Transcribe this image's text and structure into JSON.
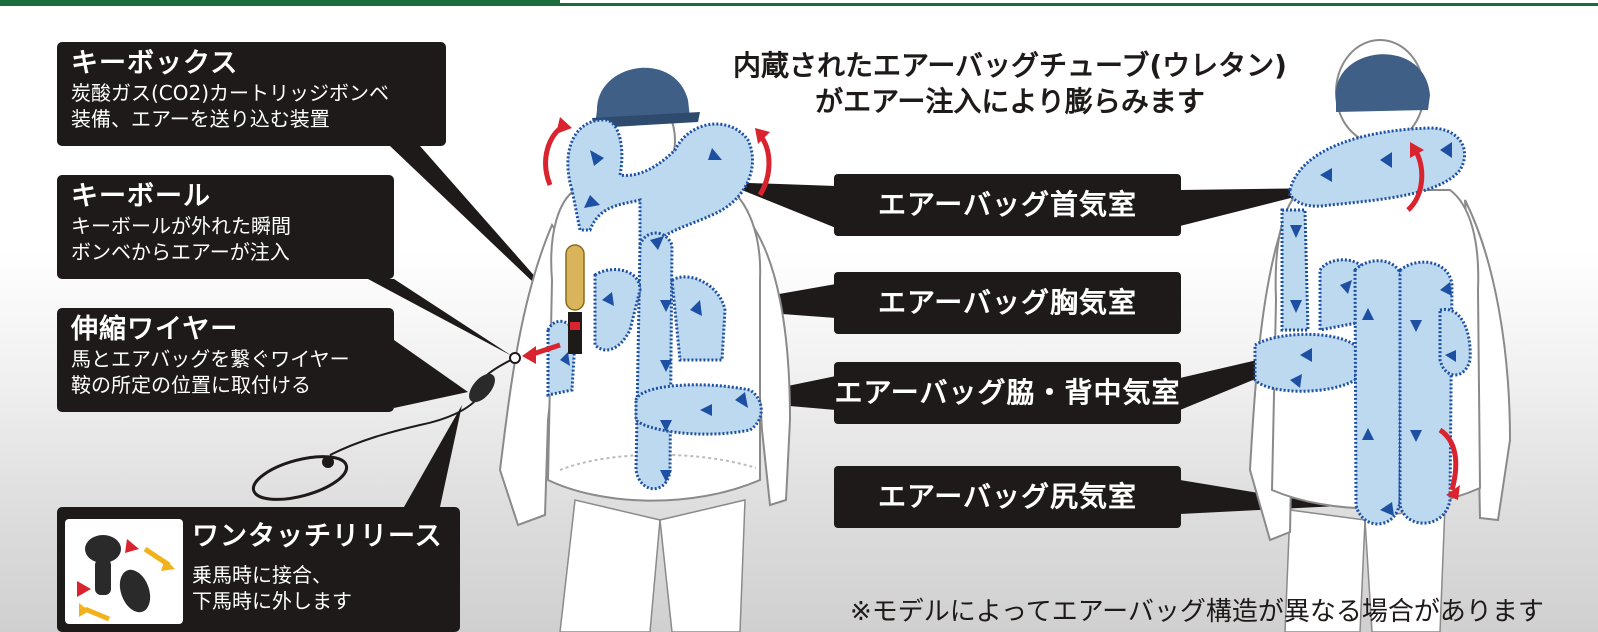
{
  "headline": {
    "line1": "内蔵されたエアーバッグチューブ(ウレタン)",
    "line2": "がエアー注入により膨らみます"
  },
  "callouts": {
    "keybox": {
      "title": "キーボックス",
      "line1": "炭酸ガス(CO2)カートリッジボンベ",
      "line2": "装備、エアーを送り込む装置"
    },
    "keyball": {
      "title": "キーボール",
      "line1": "キーボールが外れた瞬間",
      "line2": "ボンベからエアーが注入"
    },
    "wire": {
      "title": "伸縮ワイヤー",
      "line1": "馬とエアバッグを繋ぐワイヤー",
      "line2": "鞍の所定の位置に取付ける"
    },
    "release": {
      "title": "ワンタッチリリース",
      "line1": "乗馬時に接合、",
      "line2": "下馬時に外します"
    }
  },
  "chambers": {
    "neck": "エアーバッグ首気室",
    "chest": "エアーバッグ胸気室",
    "side_back": "エアーバッグ脇・背中気室",
    "hip": "エアーバッグ尻気室"
  },
  "note": "※モデルによってエアーバッグ構造が異なる場合があります",
  "colors": {
    "callout_bg": "#1e1a19",
    "airbag_fill": "#bcd9ef",
    "airbag_stroke": "#1d4fa3",
    "arrow_blue": "#1d4fa3",
    "arrow_red": "#d9232e",
    "helmet": "#3f5f86",
    "top_bar": "#1c6b3a"
  }
}
